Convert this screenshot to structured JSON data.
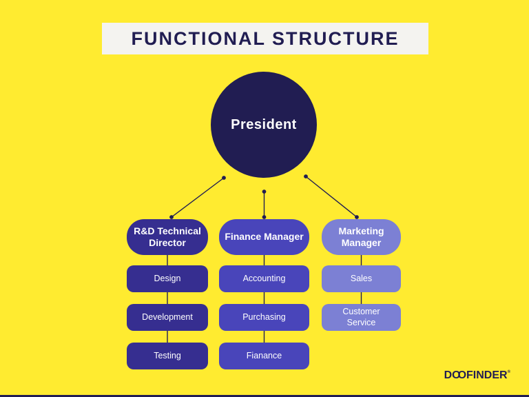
{
  "title": "FUNCTIONAL STRUCTURE",
  "root_node": {
    "label": "President",
    "color": "#211D52"
  },
  "columns": [
    {
      "header": "R&D Technical Director",
      "color": "#362E90",
      "items": [
        "Design",
        "Development",
        "Testing"
      ]
    },
    {
      "header": "Finance Manager",
      "color": "#4945BA",
      "items": [
        "Accounting",
        "Purchasing",
        "Fianance"
      ]
    },
    {
      "header": "Marketing Manager",
      "color": "#7C80D4",
      "items": [
        "Sales",
        "Customer Service"
      ]
    }
  ],
  "branding": {
    "logo_d": "D",
    "logo_oo": "OO",
    "logo_rest": "FINDER",
    "registered_mark": "®"
  },
  "colors": {
    "background": "#FFEB30",
    "title_banner": "#F4F3F0",
    "navy": "#211D52"
  }
}
